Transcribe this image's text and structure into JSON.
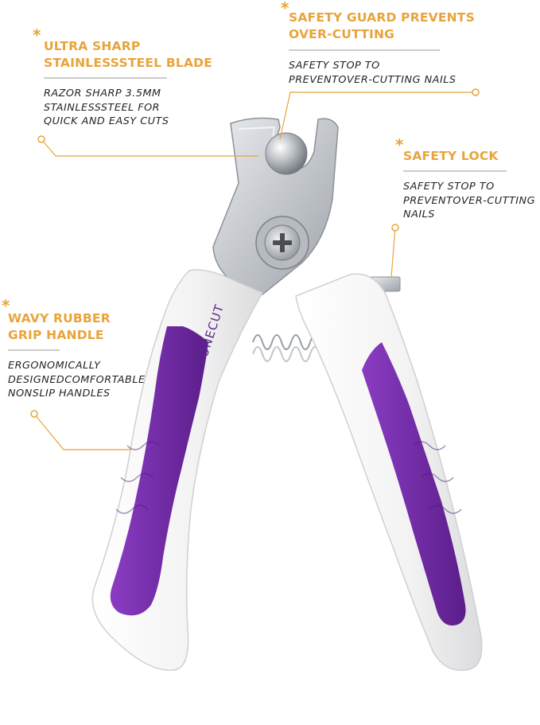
{
  "colors": {
    "accent": "#e8a43a",
    "text": "#222222",
    "rule": "#cccccc",
    "leader": "#e8a43a",
    "grip": "#7a2fb0",
    "grip_dark": "#5d1f8c",
    "handle": "#f7f7f7",
    "steel": "#c8ccd0",
    "logo": "#5a2a8a"
  },
  "brand": {
    "logo_text": "ONECUT"
  },
  "callouts": [
    {
      "id": "blade",
      "star": "*",
      "title": "ULTRA SHARP\nSTAINLESSSTEEL BLADE",
      "desc": "RAZOR SHARP 3.5MM\nSTAINLESSSTEEL FOR\nQUICK AND EASY CUTS"
    },
    {
      "id": "guard",
      "star": "*",
      "title": "SAFETY GUARD PREVENTS\nOVER-CUTTING",
      "desc": "SAFETY STOP TO\nPREVENTOVER-CUTTING NAILS"
    },
    {
      "id": "lock",
      "star": "*",
      "title": "SAFETY LOCK",
      "desc": "SAFETY STOP TO\nPREVENTOVER-CUTTING\nNAILS"
    },
    {
      "id": "grip",
      "star": "*",
      "title": "WAVY RUBBER\nGRIP HANDLE",
      "desc": "ERGONOMICALLY\nDESIGNEDCOMFORTABLE\nNONSLIP HANDLES"
    }
  ],
  "icons": {
    "star": "asterisk-icon",
    "pointer": "leader-dot-icon"
  }
}
